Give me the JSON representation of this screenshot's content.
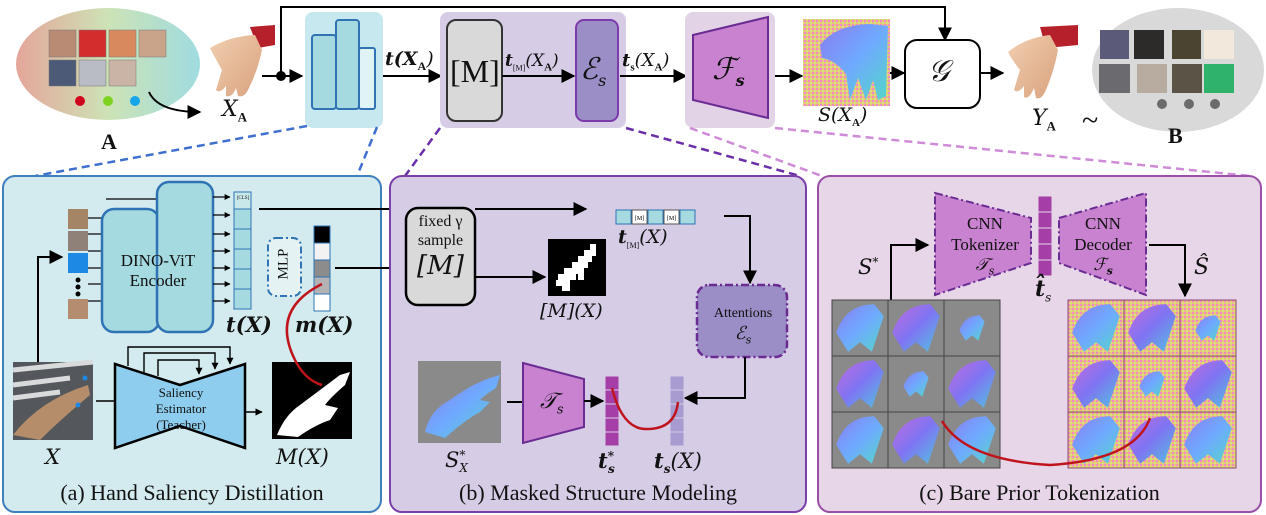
{
  "colors": {
    "panel_a_bg": "#d3ebef",
    "panel_a_border": "#3f7fbd",
    "panel_b_bg": "#d6cce6",
    "panel_b_border": "#7b3fa8",
    "panel_c_bg": "#e6d6e8",
    "panel_c_border": "#9a4fa8",
    "encoder_fill": "#a5dbe0",
    "encoder_stroke": "#2f73b5",
    "mask_box_fill": "#d9d9d9",
    "es_fill": "#9b8ec7",
    "es_stroke": "#7c3bab",
    "fs_fill": "#c882d0",
    "fs_stroke": "#6a2b93",
    "token_magenta": "#a63ea8",
    "token_lavender": "#a79bd0",
    "saliency_fill": "#8ecdee",
    "red_curve": "#c0141c",
    "dot_red": "#d0021b",
    "dot_green": "#7ed321",
    "dot_blue": "#14a6e8",
    "dot_gray": "#6b6b6b"
  },
  "top": {
    "set_a_label": "A",
    "set_b_label": "B",
    "input_label": "X",
    "input_sub": "A",
    "t_label": "t(X",
    "t_label_sub": "A",
    "mask_block": "[M]",
    "tm_label": "t",
    "tm_sub": "[M]",
    "tm_arg": "(X",
    "tm_arg_sub": "A",
    "es_block": "ℰ",
    "es_sub": "s",
    "ts_label": "t",
    "ts_sub": "s",
    "ts_arg": "(X",
    "ts_arg_sub": "A",
    "fs_block": "ℱ",
    "fs_sub": "s",
    "s_label": "S(X",
    "s_label_sub": "A",
    "g_block": "𝒢",
    "output_label": "Y",
    "output_sub": "A",
    "tilde": "~"
  },
  "panel_a": {
    "caption": "(a) Hand Saliency Distillation",
    "encoder_line1": "DINO-ViT",
    "encoder_line2": "Encoder",
    "cls_token": "[CLS]",
    "mlp_label": "MLP",
    "t_of_x": "t(X)",
    "m_of_x": "m(X)",
    "saliency_line1": "Saliency",
    "saliency_line2": "Estimator",
    "saliency_line3": "(Teacher)",
    "x_label": "X",
    "mask_label": "M(X)",
    "mask_token_values": [
      0.0,
      0.95,
      0.55,
      0.7,
      1.0
    ]
  },
  "panel_b": {
    "caption": "(b) Masked Structure Modeling",
    "sample_line1": "fixed γ",
    "sample_line2": "sample",
    "sample_line3": "[M]",
    "masked_tokens": [
      "",
      "[M]",
      "",
      "[M]",
      ""
    ],
    "tm_label": "t",
    "tm_sub": "[M]",
    "tm_arg": "(X)",
    "mask_map_label": "[M](X)",
    "attn_line1": "Attentions",
    "attn_sym": "ℰ",
    "attn_sub": "s",
    "ts_block": "𝒯",
    "ts_block_sub": "s",
    "sx_label": "S",
    "sx_sup": "*",
    "sx_sub": "X",
    "tstar_label": "t",
    "tstar_sup": "*",
    "tstar_sub": "s",
    "tsx_label": "t",
    "tsx_sub": "s",
    "tsx_arg": "(X)"
  },
  "panel_c": {
    "caption": "(c) Bare Prior Tokenization",
    "tok_line1": "CNN",
    "tok_line2": "Tokenizer",
    "tok_sym": "𝒯",
    "tok_sub": "s",
    "dec_line1": "CNN",
    "dec_line2": "Decoder",
    "dec_sym": "ℱ",
    "dec_sub": "s",
    "sstar_label": "S",
    "sstar_sup": "*",
    "shat_label": "Ŝ",
    "that_label": "t̂",
    "that_sub": "s"
  }
}
